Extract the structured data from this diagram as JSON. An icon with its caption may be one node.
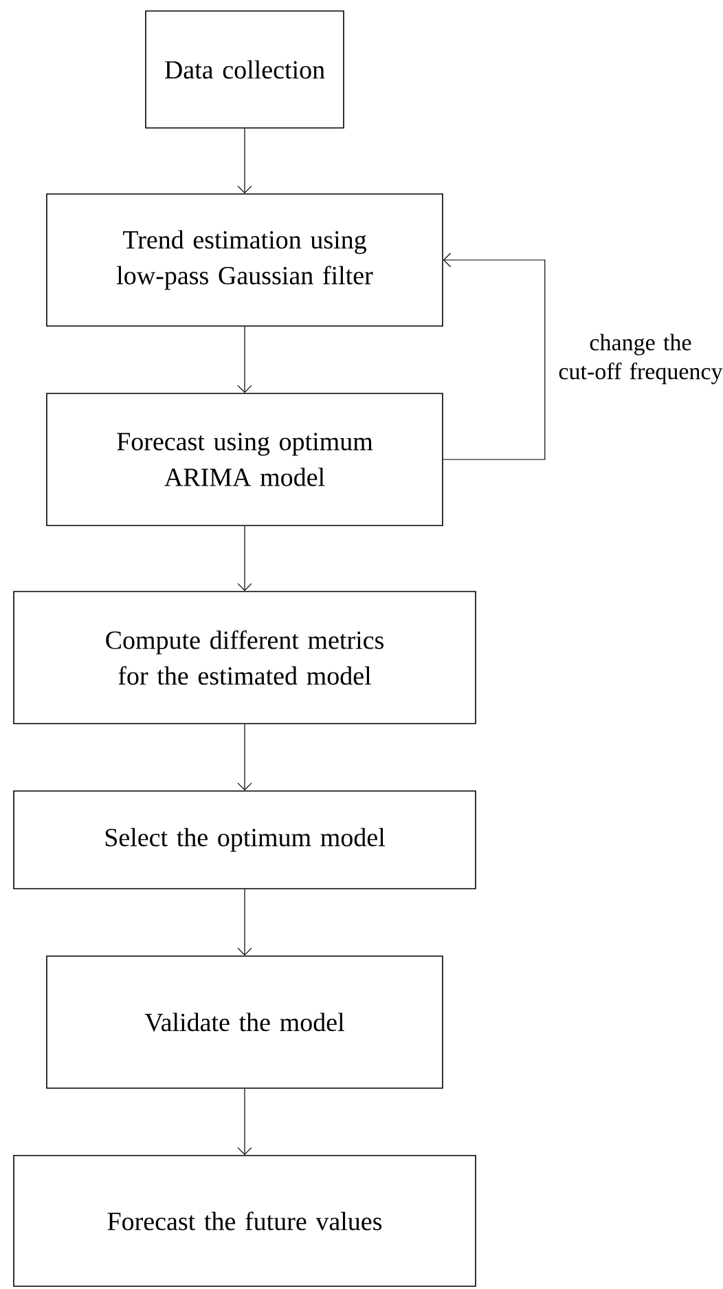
{
  "diagram": {
    "nodes": [
      {
        "text": [
          "Data collection"
        ]
      },
      {
        "text": [
          "Trend estimation using low-pass Gaussian filter"
        ]
      },
      {
        "text": [
          "Forecast using optimum ARIMA model"
        ]
      },
      {
        "text": [
          "Compute different metrics for the estimated model"
        ]
      },
      {
        "text": [
          "Select the optimum model"
        ]
      },
      {
        "text": [
          "Validate the model"
        ]
      },
      {
        "text": [
          "Forecast the future values"
        ]
      }
    ],
    "edges": [
      {
        "from": 0,
        "to": 1,
        "arrow": "to"
      },
      {
        "from": 1,
        "to": 2,
        "arrow": "to"
      },
      {
        "from": 2,
        "to": 3,
        "arrow": "to"
      },
      {
        "from": 3,
        "to": 4,
        "arrow": "to"
      },
      {
        "from": 4,
        "to": 5,
        "arrow": "to"
      },
      {
        "from": 5,
        "to": 6,
        "arrow": "to"
      },
      {
        "from": 2,
        "to": 1,
        "arrow": "to",
        "label": "change the cut-off frequency"
      }
    ]
  }
}
